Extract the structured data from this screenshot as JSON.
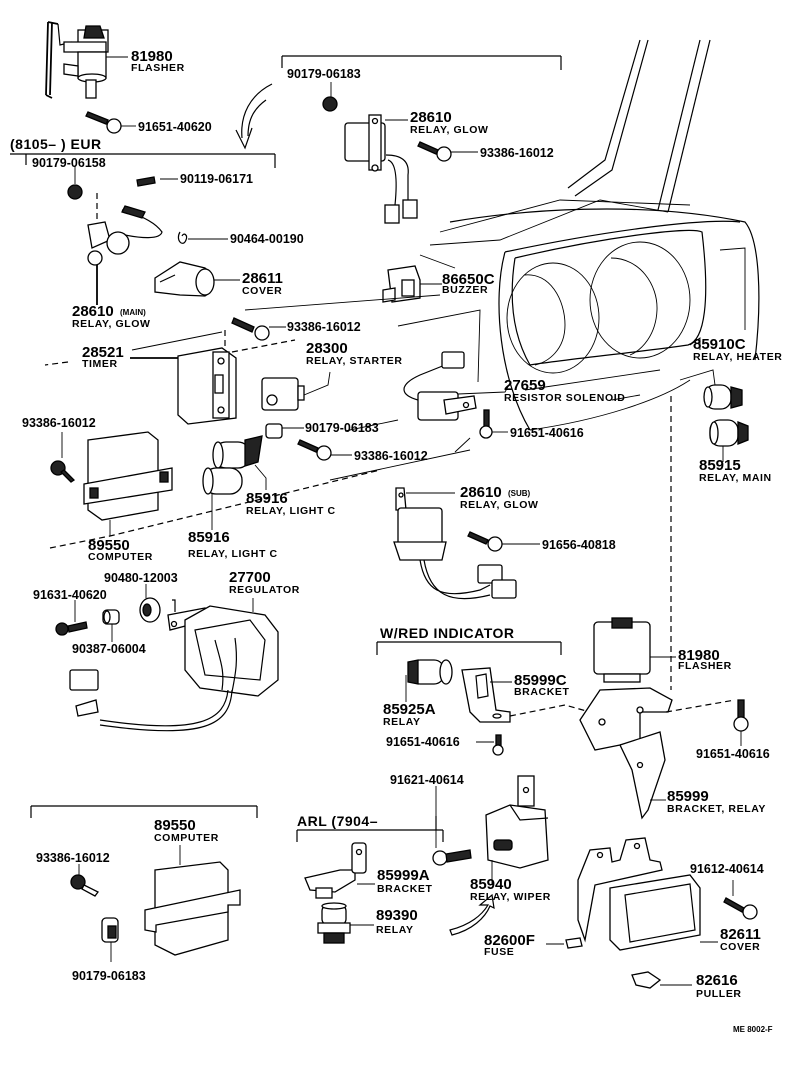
{
  "diagram": {
    "title_code": "ME  8002-F",
    "accent_color": "#000000",
    "background_color": "#ffffff",
    "group_labels": {
      "eur": "(8105–          ) EUR",
      "red_indicator": "W/RED  INDICATOR",
      "arl": "ARL (7904–"
    },
    "parts": [
      {
        "id": "p01",
        "number": "81980",
        "name": "FLASHER"
      },
      {
        "id": "p02",
        "number": "91651-40620",
        "name": ""
      },
      {
        "id": "p03",
        "number": "90179-06183",
        "name": ""
      },
      {
        "id": "p04",
        "number": "28610",
        "name": "RELAY, GLOW"
      },
      {
        "id": "p05",
        "number": "93386-16012",
        "name": ""
      },
      {
        "id": "p06",
        "number": "90179-06158",
        "name": ""
      },
      {
        "id": "p07",
        "number": "90119-06171",
        "name": ""
      },
      {
        "id": "p08",
        "number": "90464-00190",
        "name": ""
      },
      {
        "id": "p09",
        "number": "28611",
        "name": "COVER"
      },
      {
        "id": "p10",
        "number": "28610",
        "suffix": "(MAIN)",
        "name": "RELAY, GLOW"
      },
      {
        "id": "p11",
        "number": "86650C",
        "name": "BUZZER"
      },
      {
        "id": "p12",
        "number": "93386-16012",
        "name": ""
      },
      {
        "id": "p13",
        "number": "28521",
        "name": "TIMER"
      },
      {
        "id": "p14",
        "number": "28300",
        "name": "RELAY, STARTER"
      },
      {
        "id": "p15",
        "number": "27659",
        "name": "RESISTOR  SOLENOID"
      },
      {
        "id": "p16",
        "number": "85910C",
        "name": "RELAY, HEATER"
      },
      {
        "id": "p17",
        "number": "93386-16012",
        "name": ""
      },
      {
        "id": "p18",
        "number": "90179-06183",
        "name": ""
      },
      {
        "id": "p19",
        "number": "91651-40616",
        "name": ""
      },
      {
        "id": "p20",
        "number": "93386-16012",
        "name": ""
      },
      {
        "id": "p21",
        "number": "85915",
        "name": "RELAY, MAIN"
      },
      {
        "id": "p22",
        "number": "85916",
        "name": "RELAY, LIGHT C"
      },
      {
        "id": "p23",
        "number": "89550",
        "name": "COMPUTER"
      },
      {
        "id": "p24",
        "number": "85916",
        "name": "RELAY, LIGHT C"
      },
      {
        "id": "p25",
        "number": "28610",
        "suffix": "(SUB)",
        "name": "RELAY, GLOW"
      },
      {
        "id": "p26",
        "number": "91656-40818",
        "name": ""
      },
      {
        "id": "p27",
        "number": "90480-12003",
        "name": ""
      },
      {
        "id": "p28",
        "number": "27700",
        "name": "REGULATOR"
      },
      {
        "id": "p29",
        "number": "91631-40620",
        "name": ""
      },
      {
        "id": "p30",
        "number": "90387-06004",
        "name": ""
      },
      {
        "id": "p31",
        "number": "85999C",
        "name": "BRACKET"
      },
      {
        "id": "p32",
        "number": "85925A",
        "name": "RELAY"
      },
      {
        "id": "p33",
        "number": "91651-40616",
        "name": ""
      },
      {
        "id": "p34",
        "number": "81980",
        "name": "FLASHER"
      },
      {
        "id": "p35",
        "number": "91651-40616",
        "name": ""
      },
      {
        "id": "p36",
        "number": "91621-40614",
        "name": ""
      },
      {
        "id": "p37",
        "number": "85999",
        "name": "BRACKET, RELAY"
      },
      {
        "id": "p38",
        "number": "89550",
        "name": "COMPUTER"
      },
      {
        "id": "p39",
        "number": "93386-16012",
        "name": ""
      },
      {
        "id": "p40",
        "number": "85999A",
        "name": "BRACKET"
      },
      {
        "id": "p41",
        "number": "85940",
        "name": "RELAY, WIPER"
      },
      {
        "id": "p42",
        "number": "91612-40614",
        "name": ""
      },
      {
        "id": "p43",
        "number": "89390",
        "name": "RELAY"
      },
      {
        "id": "p44",
        "number": "82611",
        "name": "COVER"
      },
      {
        "id": "p45",
        "number": "82600F",
        "name": "FUSE"
      },
      {
        "id": "p46",
        "number": "90179-06183",
        "name": ""
      },
      {
        "id": "p47",
        "number": "82616",
        "name": "PULLER"
      }
    ]
  }
}
